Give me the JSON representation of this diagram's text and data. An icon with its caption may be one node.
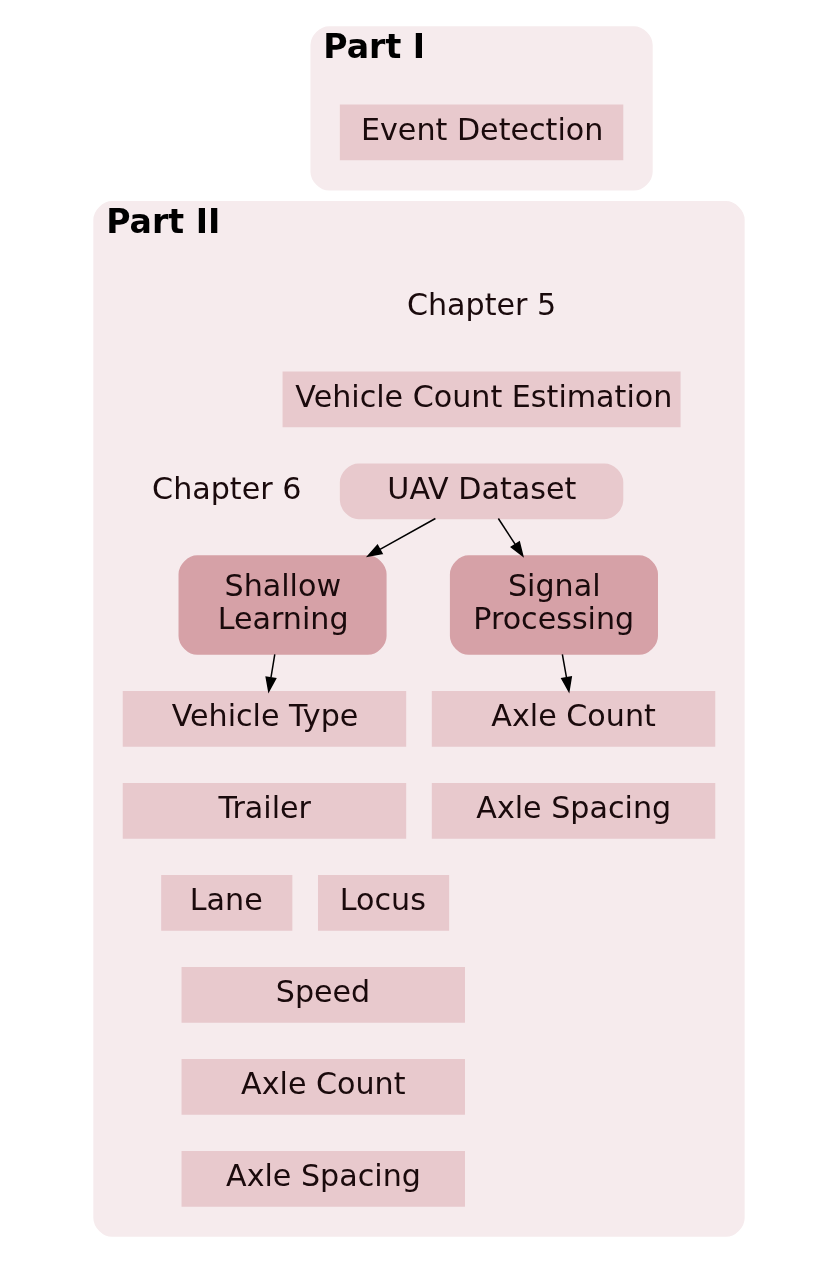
{
  "diagram": {
    "nodes": [
      {
        "text": [
          "Part I"
        ]
      },
      {
        "text": [
          "Event Detection"
        ],
        "in": 0
      },
      {
        "text": [
          "Part II"
        ]
      },
      {
        "text": [
          "Vehicle Count Estimation"
        ],
        "in": 2
      },
      {
        "text": [
          "UAV Dataset"
        ],
        "in": 2
      },
      {
        "text": [
          "Shallow Learning"
        ],
        "in": 2
      },
      {
        "text": [
          "Signal Processing"
        ],
        "in": 2
      },
      {
        "text": [
          "Vehicle Type"
        ],
        "in": 2
      },
      {
        "text": [
          "Trailer"
        ],
        "in": 2
      },
      {
        "text": [
          "Lane"
        ],
        "in": 2
      },
      {
        "text": [
          "Locus"
        ],
        "in": 2
      },
      {
        "text": [
          "Speed"
        ],
        "in": 2
      },
      {
        "text": [
          "Axle Count"
        ],
        "in": 2
      },
      {
        "text": [
          "Axle Spacing"
        ],
        "in": 2
      },
      {
        "text": [
          "Axle Count"
        ],
        "in": 2
      },
      {
        "text": [
          "Axle Spacing"
        ],
        "in": 2
      }
    ],
    "edges": [
      {
        "from": 4,
        "to": 5,
        "arrow": "to"
      },
      {
        "from": 4,
        "to": 6,
        "arrow": "to"
      },
      {
        "from": 5,
        "to": 7,
        "arrow": "to"
      },
      {
        "from": 6,
        "to": 14,
        "arrow": "to"
      }
    ],
    "labels": [
      "Chapter 5",
      "Chapter 6"
    ]
  }
}
